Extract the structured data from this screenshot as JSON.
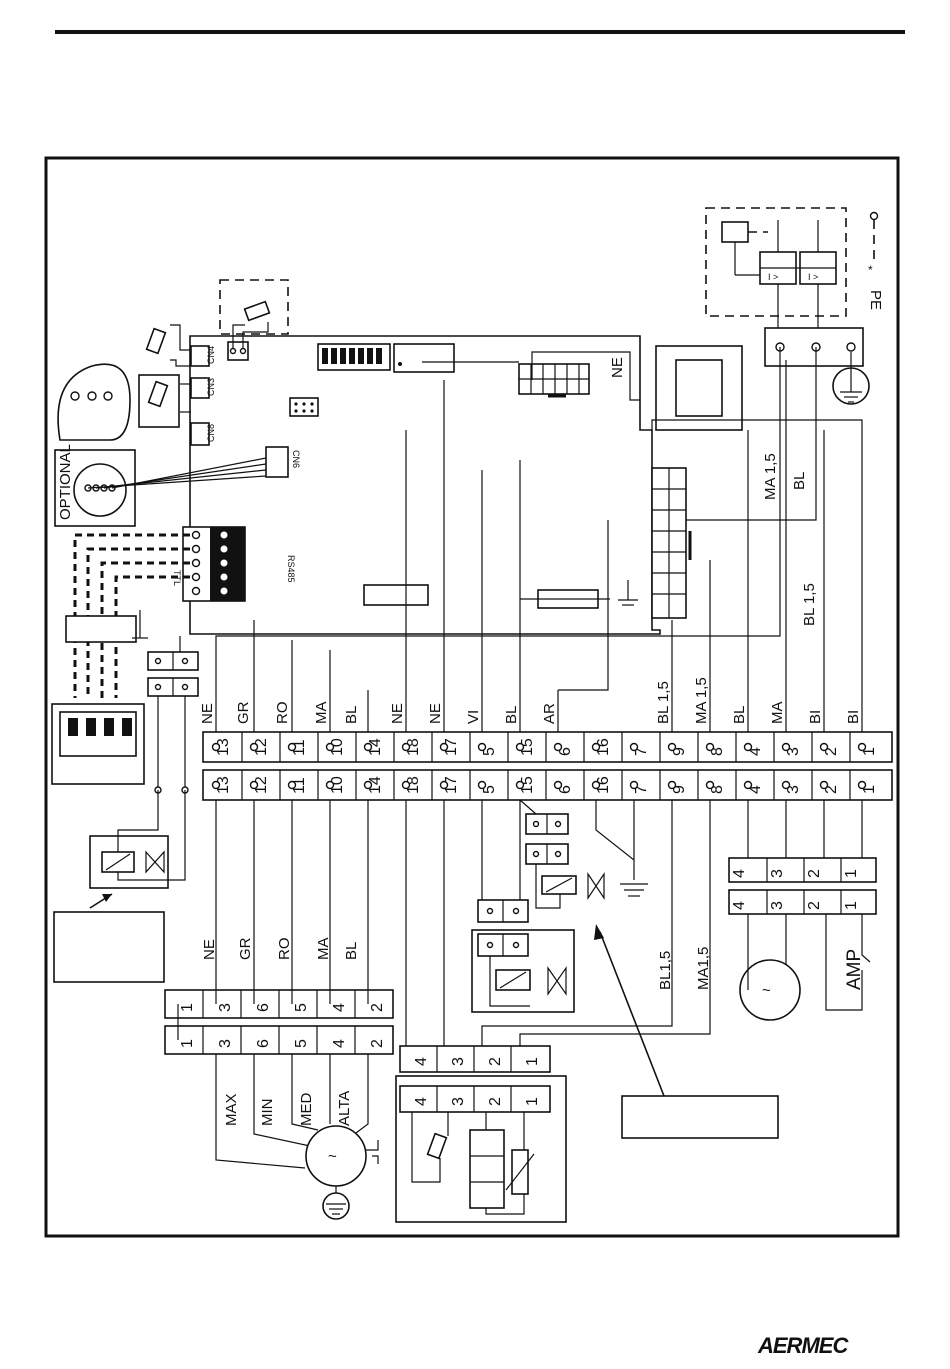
{
  "header": {
    "logo_text": "AERMEC"
  },
  "board": {
    "connectors": {
      "cn4": "CN4",
      "cn3": "CN3",
      "cn8": "CN8",
      "cn6": "CN6"
    },
    "optional_label": "OPTIONAL",
    "ttl_label": "TTL",
    "rs485_label": "RS485",
    "ne_label": "NE"
  },
  "earth": {
    "pe_label": "PE"
  },
  "terminal_strip": {
    "numbers": [
      "13",
      "12",
      "11",
      "10",
      "14",
      "18",
      "17",
      "5",
      "15",
      "6",
      "16",
      "7",
      "9",
      "8",
      "4",
      "3",
      "2",
      "1"
    ],
    "wire_colors": [
      "NE",
      "GR",
      "RO",
      "MA",
      "BL",
      "NE",
      "NE",
      "VI",
      "BL",
      "AR",
      "",
      "",
      "BL 1,5",
      "MA 1,5",
      "BL",
      "MA",
      "BI",
      "BI"
    ]
  },
  "main_wires": {
    "ma": "MA 1,5",
    "bl": "BL",
    "bl15": "BL 1,5"
  },
  "fan_block": {
    "wire_colors": [
      "NE",
      "GR",
      "RO",
      "MA",
      "BL"
    ],
    "numbers": [
      "1",
      "3",
      "6",
      "5",
      "4",
      "2"
    ],
    "speed_labels": [
      "MAX",
      "MIN",
      "MED",
      "ALTA"
    ]
  },
  "lower_wires": {
    "bl": "BL1,5",
    "ma": "MA1,5"
  },
  "sensor_block": {
    "numbers": [
      "4",
      "3",
      "2",
      "1"
    ]
  },
  "right_block": {
    "numbers": [
      "4",
      "3",
      "2",
      "1"
    ],
    "amp_label": "AMP"
  },
  "switch_symbols": {
    "a": "I > ",
    "b": "I > "
  }
}
